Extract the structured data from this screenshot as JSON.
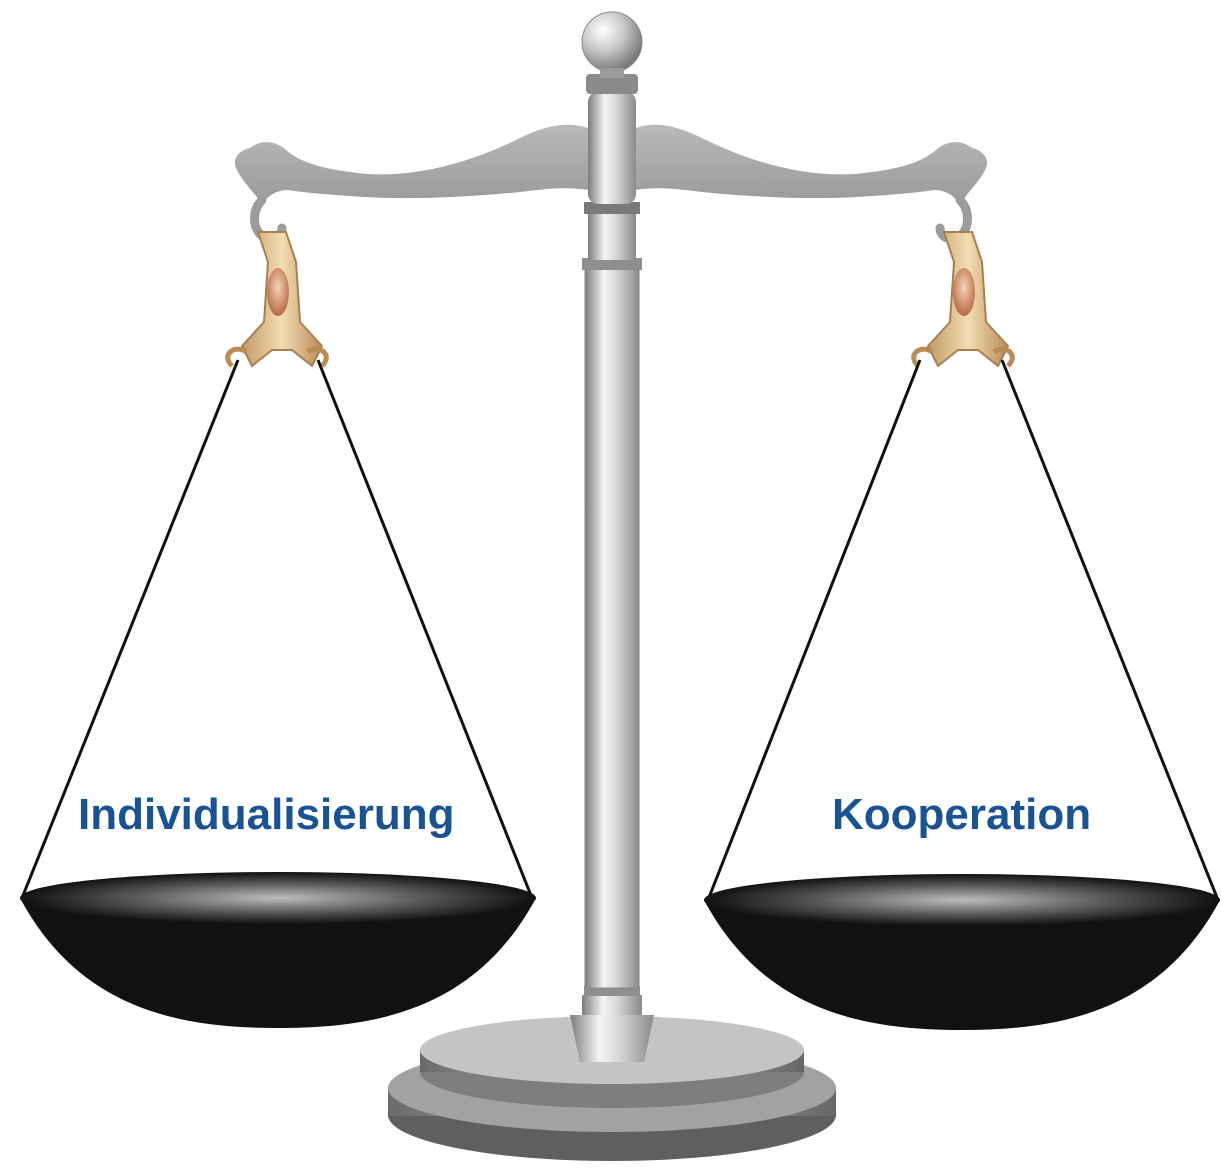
{
  "labels": {
    "left": "Individualisierung",
    "right": "Kooperation"
  },
  "colors": {
    "label_text": "#1a5296",
    "metal_light": "#e2e2e2",
    "metal_mid": "#a8a8a8",
    "metal_dark": "#6e6e6e",
    "brass": "#d9b986",
    "pan": "#111111"
  },
  "illustration": {
    "subject": "balance scale",
    "icon": "balance-scale-icon"
  }
}
